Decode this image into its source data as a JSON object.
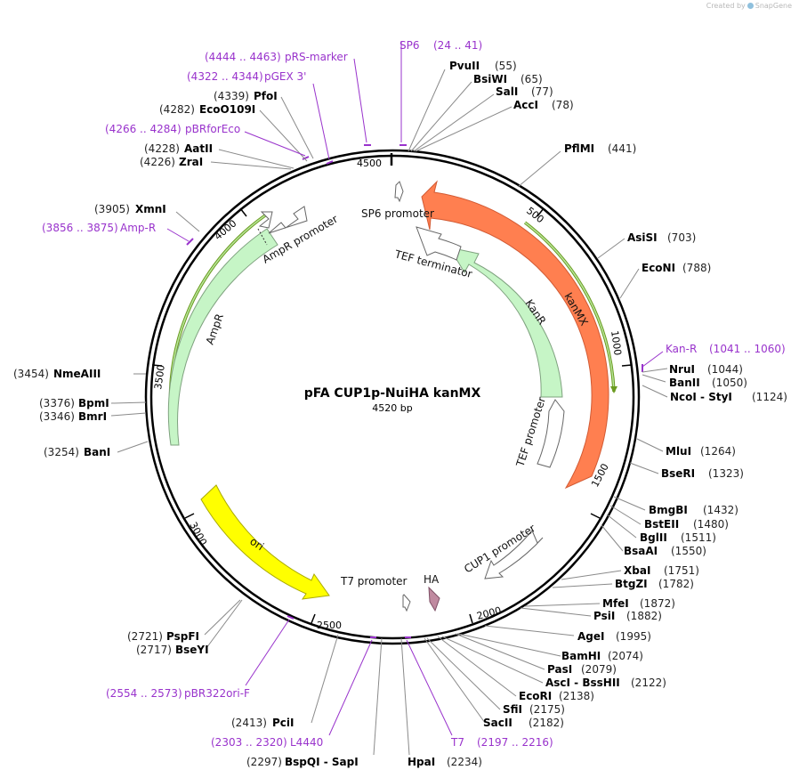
{
  "credit": {
    "prefix": "Created by",
    "brand": "SnapGene"
  },
  "plasmid": {
    "name": "pFA CUP1p-NuiHA kanMX",
    "size_label": "4520 bp",
    "length": 4520
  },
  "ruler_ticks": [
    "500",
    "1000",
    "1500",
    "2000",
    "2500",
    "3000",
    "3500",
    "4000",
    "4500"
  ],
  "features": [
    {
      "label": "SP6 promoter",
      "color": "#ffffff"
    },
    {
      "label": "TEF terminator",
      "color": "#ffffff"
    },
    {
      "label": "KanR",
      "color": "#c6f5c6"
    },
    {
      "label": "TEF promoter",
      "color": "#ffffff"
    },
    {
      "label": "kanMX",
      "color": "#ff7f50"
    },
    {
      "label": "CUP1 promoter",
      "color": "#ffffff"
    },
    {
      "label": "HA",
      "color": "#c08aa0"
    },
    {
      "label": "T7 promoter",
      "color": "#ffffff"
    },
    {
      "label": "ori",
      "color": "#ffff00"
    },
    {
      "label": "AmpR",
      "color": "#c6f5c6"
    },
    {
      "label": "AmpR promoter",
      "color": "#ffffff"
    }
  ],
  "sites": [
    {
      "name": "PvuII",
      "pos": "(55)"
    },
    {
      "name": "BsiWI",
      "pos": "(65)"
    },
    {
      "name": "SalI",
      "pos": "(77)"
    },
    {
      "name": "AccI",
      "pos": "(78)"
    },
    {
      "name": "PflMI",
      "pos": "(441)"
    },
    {
      "name": "AsiSI",
      "pos": "(703)"
    },
    {
      "name": "EcoNI",
      "pos": "(788)"
    },
    {
      "name": "NruI",
      "pos": "(1044)"
    },
    {
      "name": "BanII",
      "pos": "(1050)"
    },
    {
      "name": "NcoI - StyI",
      "pos": "(1124)"
    },
    {
      "name": "MluI",
      "pos": "(1264)"
    },
    {
      "name": "BseRI",
      "pos": "(1323)"
    },
    {
      "name": "BmgBI",
      "pos": "(1432)"
    },
    {
      "name": "BstEII",
      "pos": "(1480)"
    },
    {
      "name": "BglII",
      "pos": "(1511)"
    },
    {
      "name": "BsaAI",
      "pos": "(1550)"
    },
    {
      "name": "XbaI",
      "pos": "(1751)"
    },
    {
      "name": "BtgZI",
      "pos": "(1782)"
    },
    {
      "name": "MfeI",
      "pos": "(1872)"
    },
    {
      "name": "PsiI",
      "pos": "(1882)"
    },
    {
      "name": "AgeI",
      "pos": "(1995)"
    },
    {
      "name": "BamHI",
      "pos": "(2074)"
    },
    {
      "name": "PasI",
      "pos": "(2079)"
    },
    {
      "name": "AscI - BssHII",
      "pos": "(2122)"
    },
    {
      "name": "EcoRI",
      "pos": "(2138)"
    },
    {
      "name": "SfiI",
      "pos": "(2175)"
    },
    {
      "name": "SacII",
      "pos": "(2182)"
    },
    {
      "name": "HpaI",
      "pos": "(2234)"
    },
    {
      "name": "BspQI - SapI",
      "pos": "(2297)"
    },
    {
      "name": "PciI",
      "pos": "(2413)"
    },
    {
      "name": "BseYI",
      "pos": "(2717)"
    },
    {
      "name": "PspFI",
      "pos": "(2721)"
    },
    {
      "name": "BanI",
      "pos": "(3254)"
    },
    {
      "name": "BmrI",
      "pos": "(3346)"
    },
    {
      "name": "BpmI",
      "pos": "(3376)"
    },
    {
      "name": "NmeAIII",
      "pos": "(3454)"
    },
    {
      "name": "XmnI",
      "pos": "(3905)"
    },
    {
      "name": "ZraI",
      "pos": "(4226)"
    },
    {
      "name": "AatII",
      "pos": "(4228)"
    },
    {
      "name": "EcoO109I",
      "pos": "(4282)"
    },
    {
      "name": "PfoI",
      "pos": "(4339)"
    }
  ],
  "primers": [
    {
      "name": "SP6",
      "range": "(24 .. 41)"
    },
    {
      "name": "pRS-marker",
      "range": "(4444 .. 4463)"
    },
    {
      "name": "pGEX 3'",
      "range": "(4322 .. 4344)"
    },
    {
      "name": "pBRforEco",
      "range": "(4266 .. 4284)"
    },
    {
      "name": "Amp-R",
      "range": "(3856 .. 3875)"
    },
    {
      "name": "Kan-R",
      "range": "(1041 .. 1060)"
    },
    {
      "name": "T7",
      "range": "(2197 .. 2216)"
    },
    {
      "name": "L4440",
      "range": "(2303 .. 2320)"
    },
    {
      "name": "pBR322ori-F",
      "range": "(2554 .. 2573)"
    }
  ]
}
